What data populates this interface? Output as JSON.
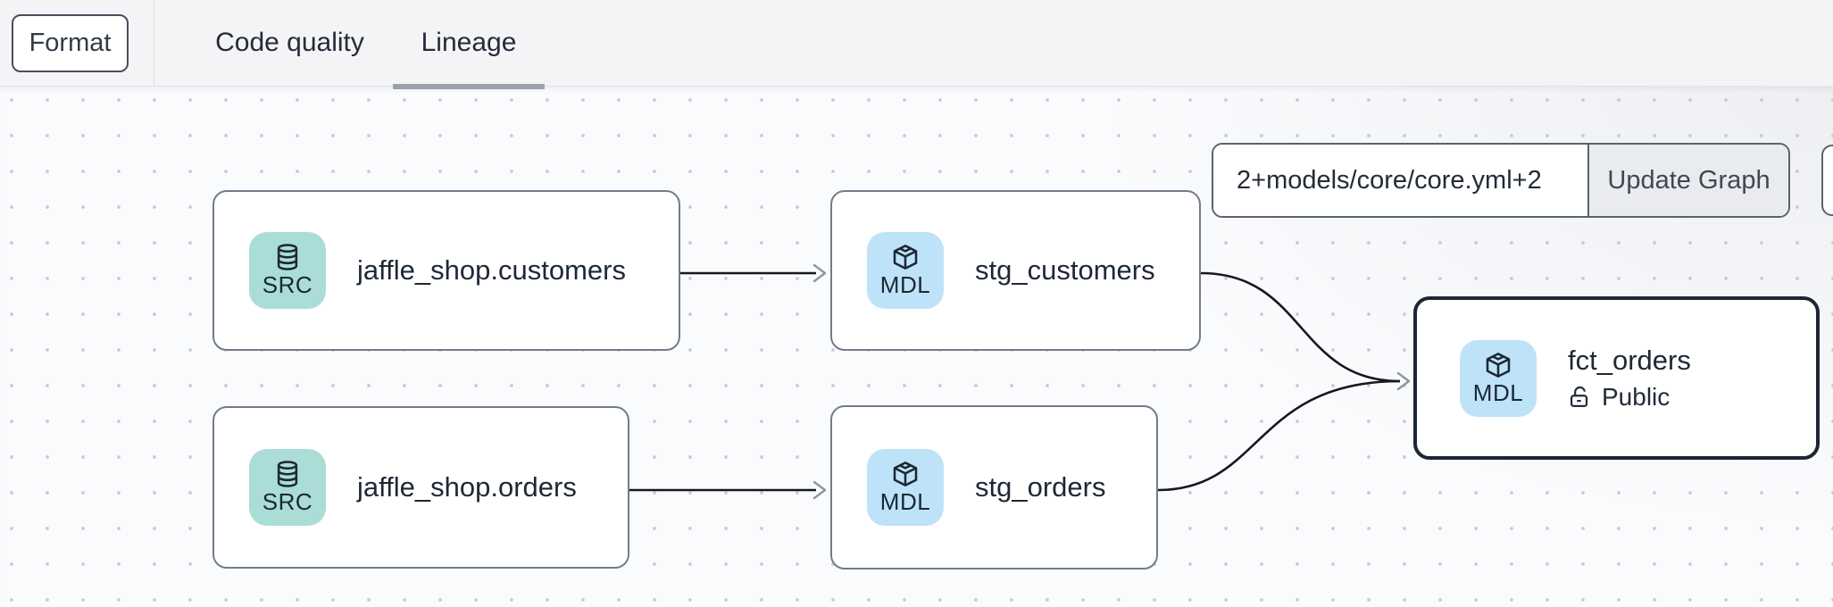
{
  "toolbar": {
    "format_label": "Format"
  },
  "tabs": [
    {
      "label": "Code quality",
      "active": false
    },
    {
      "label": "Lineage",
      "active": true
    }
  ],
  "graph_controls": {
    "selector_value": "2+models/core/core.yml+2",
    "update_button_label": "Update Graph"
  },
  "canvas": {
    "nodes": [
      {
        "id": "source-jaffle-shop-customers",
        "type": "source",
        "badge": "SRC",
        "label": "jaffle_shop.customers"
      },
      {
        "id": "model-stg-customers",
        "type": "model",
        "badge": "MDL",
        "label": "stg_customers"
      },
      {
        "id": "source-jaffle-shop-orders",
        "type": "source",
        "badge": "SRC",
        "label": "jaffle_shop.orders"
      },
      {
        "id": "model-stg-orders",
        "type": "model",
        "badge": "MDL",
        "label": "stg_orders"
      },
      {
        "id": "model-fct-orders",
        "type": "model",
        "badge": "MDL",
        "label": "fct_orders",
        "access": "Public",
        "selected": true
      }
    ],
    "edges": [
      {
        "from": "source-jaffle-shop-customers",
        "to": "model-stg-customers"
      },
      {
        "from": "source-jaffle-shop-orders",
        "to": "model-stg-orders"
      },
      {
        "from": "model-stg-customers",
        "to": "model-fct-orders"
      },
      {
        "from": "model-stg-orders",
        "to": "model-fct-orders"
      }
    ]
  },
  "colors": {
    "topbar_bg": "#f4f4f6",
    "canvas_bg": "#fafbfd",
    "dot": "#c7cad1",
    "text_dark": "#1e2836",
    "node_border": "#727c89",
    "selected_node_border": "#1d2634",
    "tab_underline": "#9aa1ab",
    "edge": "#16181d",
    "arrowhead": "#8f95a0",
    "control_border": "#59626f",
    "button_bg": "#e9ebee",
    "accent_source_badge": "#aaddd8",
    "accent_model_badge": "#bee3f9"
  }
}
